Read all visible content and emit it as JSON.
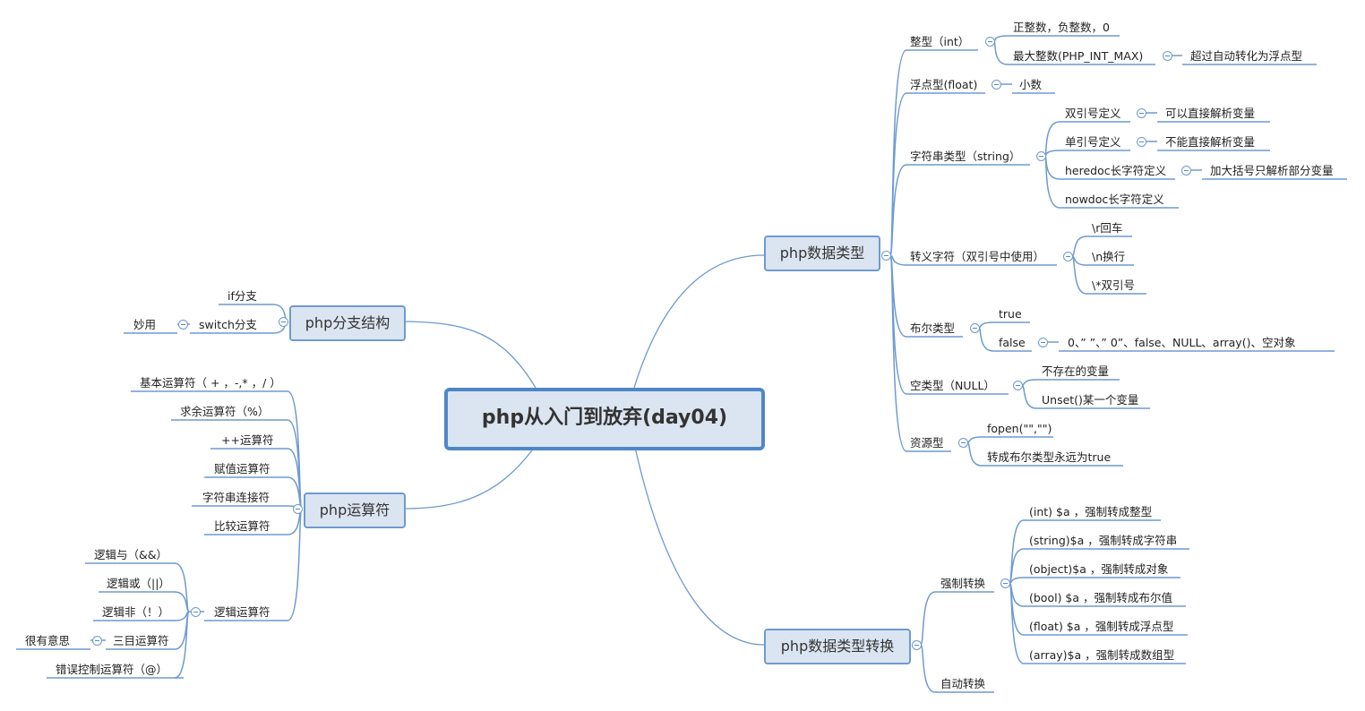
{
  "central": "php从入门到放弃(day04)",
  "topics": {
    "datatypes": "php数据类型",
    "branch": "php分支结构",
    "operators": "php运算符",
    "conversion": "php数据类型转换"
  },
  "datatypes": {
    "int": "整型（int）",
    "int_c1": "正整数，负整数，0",
    "int_c2": "最大整数(PHP_INT_MAX)",
    "int_c2_c1": "超过自动转化为浮点型",
    "float": "浮点型(float)",
    "float_c1": "小数",
    "string": "字符串类型（string）",
    "str_c1": "双引号定义",
    "str_c1_c1": "可以直接解析变量",
    "str_c2": "单引号定义",
    "str_c2_c1": "不能直接解析变量",
    "str_c3": "heredoc长字符定义",
    "str_c3_c1": "加大括号只解析部分变量",
    "str_c4": "nowdoc长字符定义",
    "escape": "转义字符（双引号中使用）",
    "esc_c1": "\\r回车",
    "esc_c2": "\\n换行",
    "esc_c3": "\\*双引号",
    "bool": "布尔类型",
    "bool_c1": "true",
    "bool_c2": "false",
    "bool_c2_c1": "0、”  ”、”  0”、false、NULL、array()、空对象",
    "null": "空类型（NULL）",
    "null_c1": "不存在的变量",
    "null_c2": "Unset()某一个变量",
    "resource": "资源型",
    "res_c1": "fopen(\"\",\"\")",
    "res_c2": "转成布尔类型永远为true"
  },
  "conversion": {
    "forced": "强制转换",
    "f1": "(int) $a ，强制转成整型",
    "f2": "(string)$a ，强制转成字符串",
    "f3": "(object)$a ，强制转成对象",
    "f4": "(bool) $a ，强制转成布尔值",
    "f5": "(float) $a ，强制转成浮点型",
    "f6": "(array)$a ，强制转成数组型",
    "auto": "自动转换"
  },
  "branch": {
    "if": "if分支",
    "switch": "switch分支",
    "switch_c1": "妙用"
  },
  "operators": {
    "basic": "基本运算符（ + ，-,* ，/ ）",
    "mod": "求余运算符（%）",
    "inc": "++运算符",
    "assign": "赋值运算符",
    "concat": "字符串连接符",
    "compare": "比较运算符",
    "logic": "逻辑运算符",
    "logic_c1": "逻辑与（&&）",
    "logic_c2": "逻辑或（||）",
    "logic_c3": "逻辑非（！）",
    "logic_c4": "三目运算符",
    "logic_c4_c1": "很有意思",
    "logic_c5": "错误控制运算符（@）"
  },
  "colors": {
    "line": "#6f9ad0",
    "topic_fill": "#dbe5f1",
    "central_border": "#4f86c6"
  }
}
